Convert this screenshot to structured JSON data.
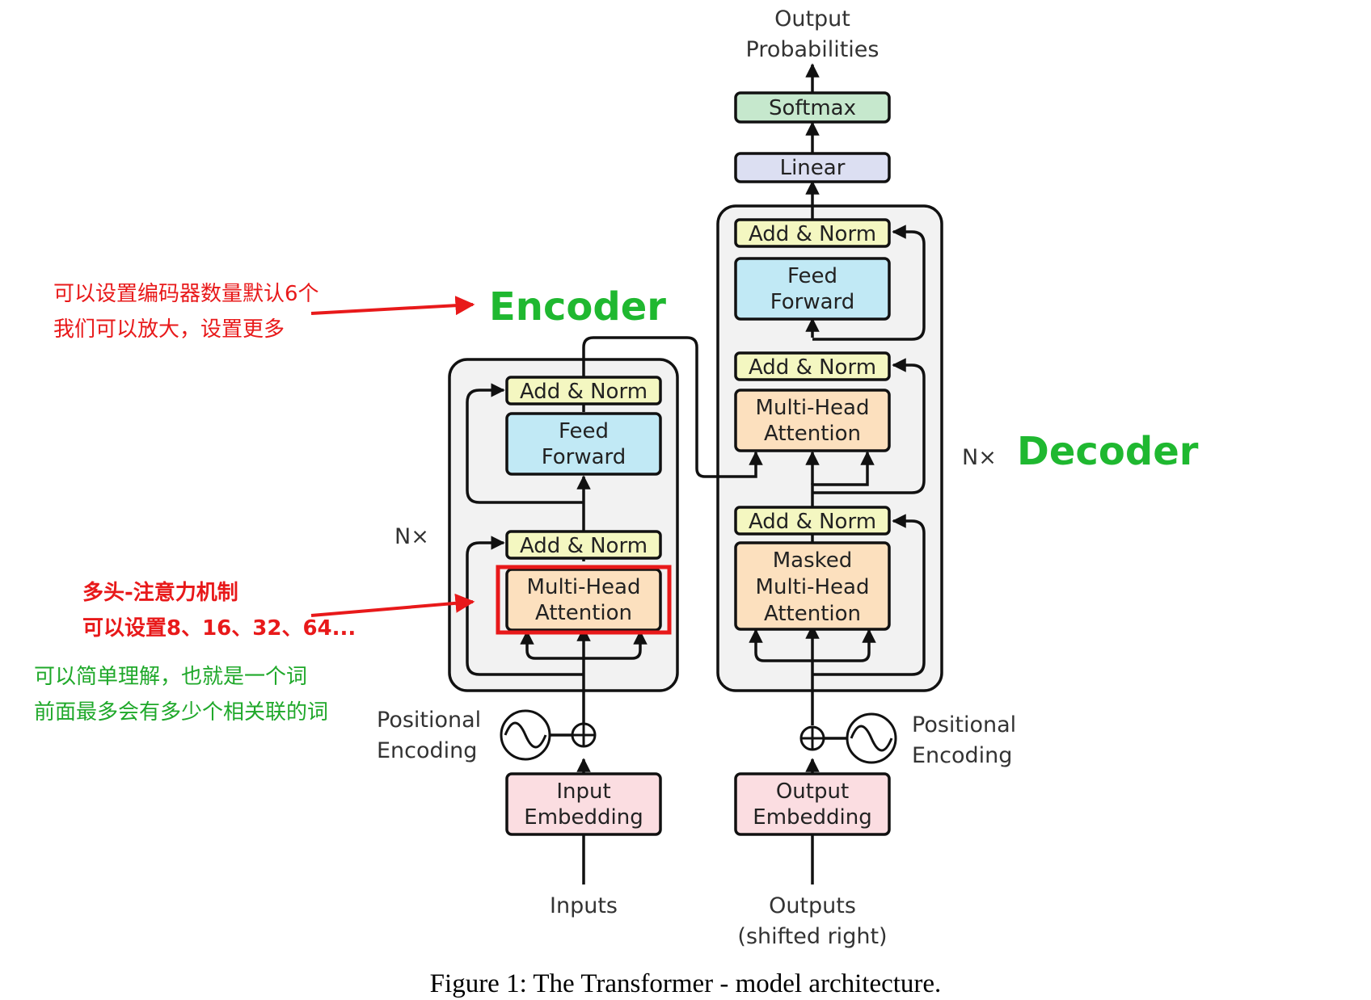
{
  "caption": "Figure 1: The Transformer - model architecture.",
  "output_label": {
    "line1": "Output",
    "line2": "Probabilities"
  },
  "decoder_head": {
    "softmax": "Softmax",
    "linear": "Linear"
  },
  "encoder": {
    "title": "Encoder",
    "repeat": "N×",
    "add_norm": "Add & Norm",
    "feed_forward": {
      "line1": "Feed",
      "line2": "Forward"
    },
    "attention": {
      "line1": "Multi-Head",
      "line2": "Attention"
    },
    "embedding": {
      "line1": "Input",
      "line2": "Embedding"
    },
    "positional": {
      "line1": "Positional",
      "line2": "Encoding"
    },
    "inputs": "Inputs"
  },
  "decoder": {
    "title": "Decoder",
    "repeat": "N×",
    "add_norm": "Add & Norm",
    "feed_forward": {
      "line1": "Feed",
      "line2": "Forward"
    },
    "cross_attention": {
      "line1": "Multi-Head",
      "line2": "Attention"
    },
    "masked_attention": {
      "line1": "Masked",
      "line2": "Multi-Head",
      "line3": "Attention"
    },
    "embedding": {
      "line1": "Output",
      "line2": "Embedding"
    },
    "positional": {
      "line1": "Positional",
      "line2": "Encoding"
    },
    "outputs": {
      "line1": "Outputs",
      "line2": "(shifted right)"
    }
  },
  "annotations": {
    "encoder_note": {
      "line1": "可以设置编码器数量默认6个",
      "line2": "我们可以放大，设置更多"
    },
    "heads_note": {
      "line1": "多头-注意力机制",
      "line2": "可以设置8、16、32、64..."
    },
    "heads_explain": {
      "line1": "可以简单理解，也就是一个词",
      "line2": "前面最多会有多少个相关联的词"
    }
  },
  "colors": {
    "add_norm": "#f4f7c1",
    "feed_forward": "#c1e9f5",
    "attention": "#fce0be",
    "embedding": "#fbdde1",
    "softmax": "#c6e8cd",
    "linear": "#dcdff2",
    "stack_bg": "#f2f2f2",
    "highlight": "#e8191a",
    "annotation_green": "#1fb830"
  }
}
